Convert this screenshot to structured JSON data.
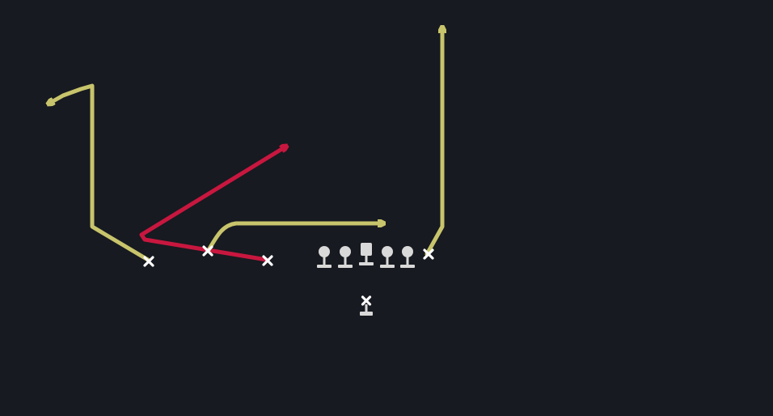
{
  "colors": {
    "background": "#171a20",
    "primary_route": "#c8c46c",
    "secondary_route": "#c8173f",
    "player_marker": "#ffffff",
    "lineman": "#d9d9d9"
  },
  "diagram": {
    "type": "football-play-diagram",
    "receivers": [
      {
        "id": "wr-left-outside",
        "route": "corner",
        "route_color": "primary_route"
      },
      {
        "id": "wr-left-inside",
        "route": "drag",
        "route_color": "primary_route"
      },
      {
        "id": "wr-slot",
        "route": "post",
        "route_color": "secondary_route"
      },
      {
        "id": "te-right",
        "route": "go",
        "route_color": "primary_route"
      }
    ],
    "offensive_line_count": 5,
    "quarterback": "shotgun"
  }
}
